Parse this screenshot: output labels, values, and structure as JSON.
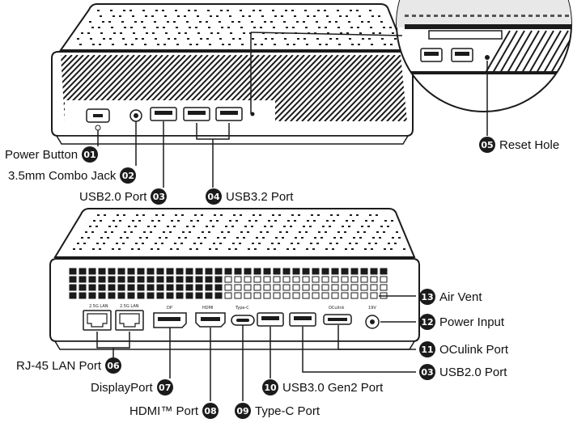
{
  "callouts_top": [
    {
      "num": "01",
      "label": "Power Button"
    },
    {
      "num": "02",
      "label": "3.5mm Combo Jack"
    },
    {
      "num": "03",
      "label": "USB2.0 Port"
    },
    {
      "num": "04",
      "label": "USB3.2 Port"
    },
    {
      "num": "05",
      "label": "Reset Hole"
    }
  ],
  "callouts_bottom": [
    {
      "num": "13",
      "label": "Air Vent"
    },
    {
      "num": "12",
      "label": "Power Input"
    },
    {
      "num": "11",
      "label": "OCulink Port"
    },
    {
      "num": "03",
      "label": "USB2.0 Port"
    },
    {
      "num": "10",
      "label": "USB3.0 Gen2 Port"
    },
    {
      "num": "09",
      "label": "Type-C Port"
    },
    {
      "num": "08",
      "label": "HDMI™ Port"
    },
    {
      "num": "07",
      "label": "DisplayPort"
    },
    {
      "num": "06",
      "label": "RJ-45 LAN Port"
    }
  ],
  "port_labels": {
    "lan1": "2.5G LAN",
    "lan2": "2.5G LAN",
    "dp": "DP",
    "hdmi": "HDMI",
    "typec": "Type-C",
    "oculink": "OCulink",
    "dcin": "19V"
  },
  "colors": {
    "line": "#1b1b1b",
    "badge": "#1b1b1b",
    "panel": "#ffffff"
  }
}
